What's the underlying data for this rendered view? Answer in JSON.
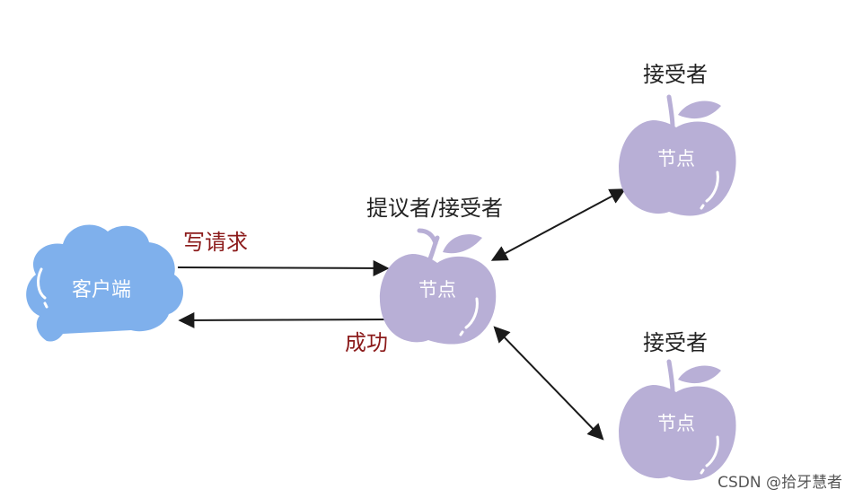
{
  "client": {
    "label": "客户端",
    "color": "#7fb0ec"
  },
  "edges": {
    "write_request": "写请求",
    "success": "成功"
  },
  "nodes": [
    {
      "role": "提议者/接受者",
      "label": "节点"
    },
    {
      "role": "接受者",
      "label": "节点"
    },
    {
      "role": "接受者",
      "label": "节点"
    }
  ],
  "colors": {
    "node": "#b8afd6",
    "arrow": "#1a1a1a",
    "edge_label": "#8b1a1a"
  },
  "watermark": "CSDN @拾牙慧者"
}
